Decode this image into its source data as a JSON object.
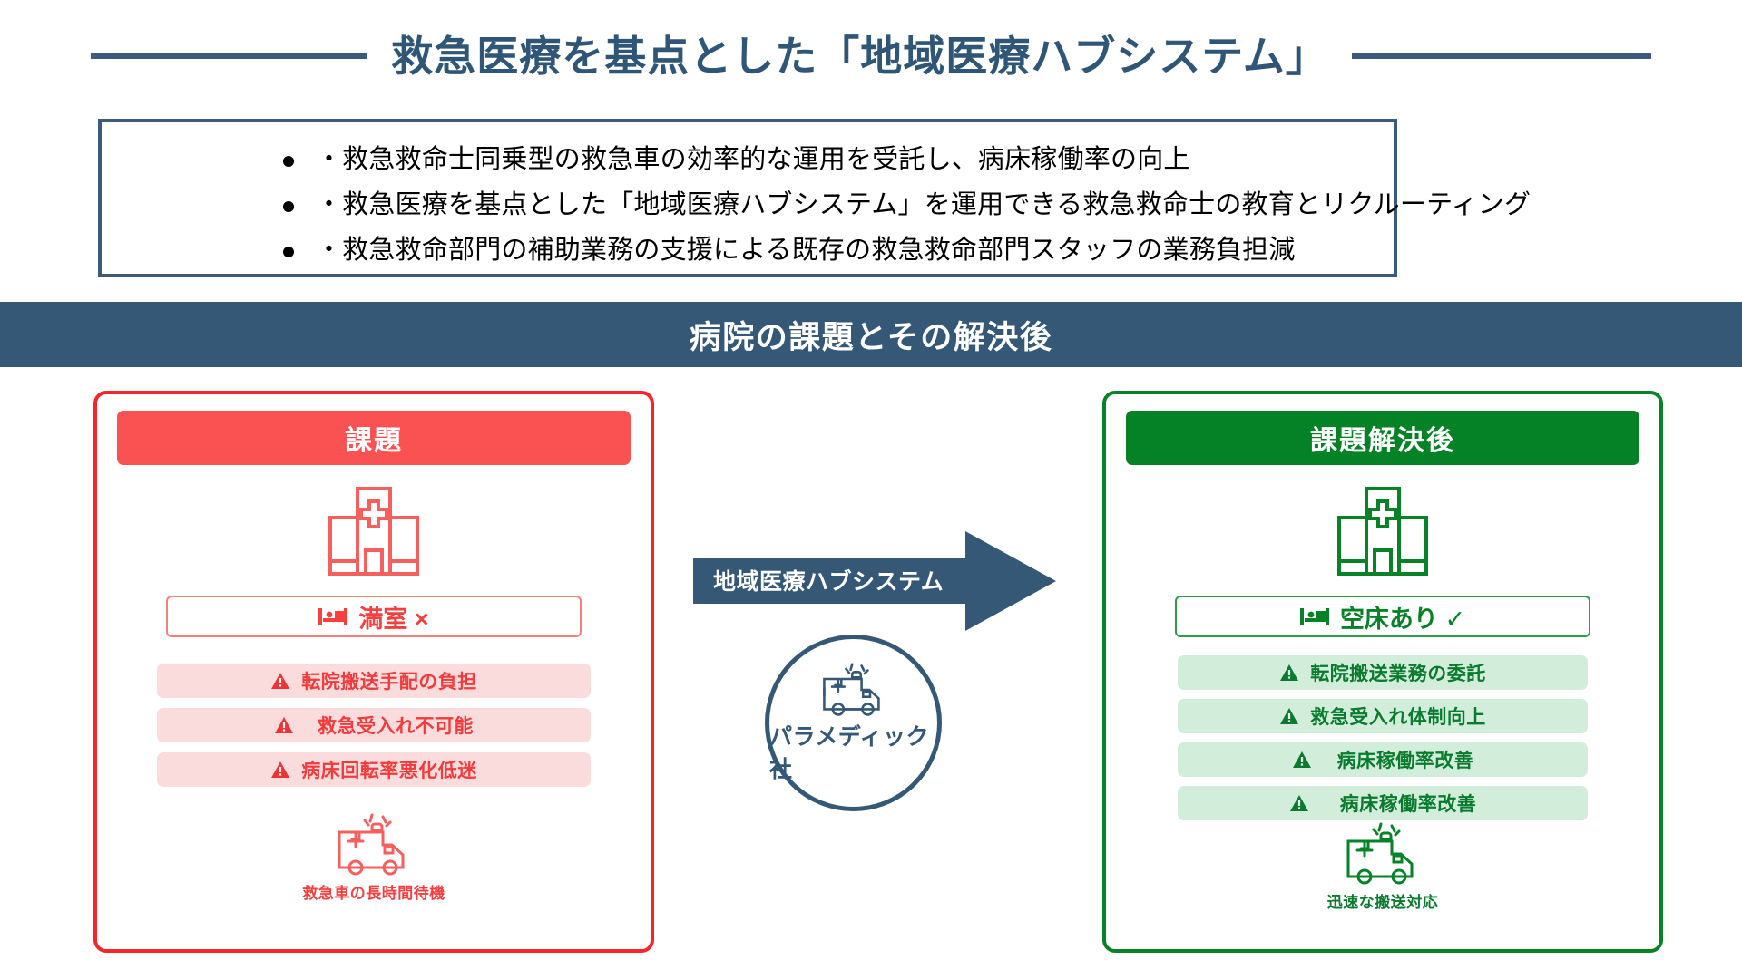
{
  "title": {
    "text": "救急医療を基点とした「地域医療ハブシステム」",
    "color": "#2f5676"
  },
  "bullets": {
    "items": [
      "・救急救命士同乗型の救急車の効率的な運用を受託し、病床稼働率の向上",
      "・救急医療を基点とした「地域医療ハブシステム」を運用できる救急救命士の教育とリクルーティング",
      "・救急救命部門の補助業務の支援による既存の救急救命部門スタッフの業務負担減"
    ]
  },
  "section_banner": {
    "text": "病院の課題とその解決後",
    "background": "#345875",
    "text_color": "#ffffff"
  },
  "left_panel": {
    "header": "課題",
    "header_color": "#fa5153",
    "border_color": "#f5252a",
    "hospital_icon": "hospital-building-icon",
    "bed_icon": "hospital-bed-icon",
    "bed_status": "満室 ×",
    "rows": [
      {
        "icon": "warning-triangle-icon",
        "label": "転院搬送手配の負担"
      },
      {
        "icon": "warning-triangle-icon",
        "label": "救急受入れ不可能"
      },
      {
        "icon": "warning-triangle-icon",
        "label": "病床回転率悪化低迷"
      }
    ],
    "ambulance_icon": "ambulance-icon",
    "ambulance_caption": "救急車の長時間待機"
  },
  "center": {
    "arrow_label": "地域医療ハブシステム",
    "arrow_color": "#345875",
    "circle_icon": "ambulance-icon",
    "circle_label": "パラメディック社"
  },
  "right_panel": {
    "header": "課題解決後",
    "header_color": "#068226",
    "border_color": "#078227",
    "hospital_icon": "hospital-building-icon",
    "bed_icon": "hospital-bed-icon",
    "bed_status": "空床あり ✓",
    "rows": [
      {
        "icon": "warning-triangle-icon",
        "label": "転院搬送業務の委託"
      },
      {
        "icon": "warning-triangle-icon",
        "label": "救急受入れ体制向上"
      },
      {
        "icon": "warning-triangle-icon",
        "label": "病床稼働率改善"
      },
      {
        "icon": "warning-triangle-icon",
        "label": "病床稼働率改善"
      }
    ],
    "ambulance_icon": "ambulance-icon",
    "ambulance_caption": "迅速な搬送対応"
  }
}
